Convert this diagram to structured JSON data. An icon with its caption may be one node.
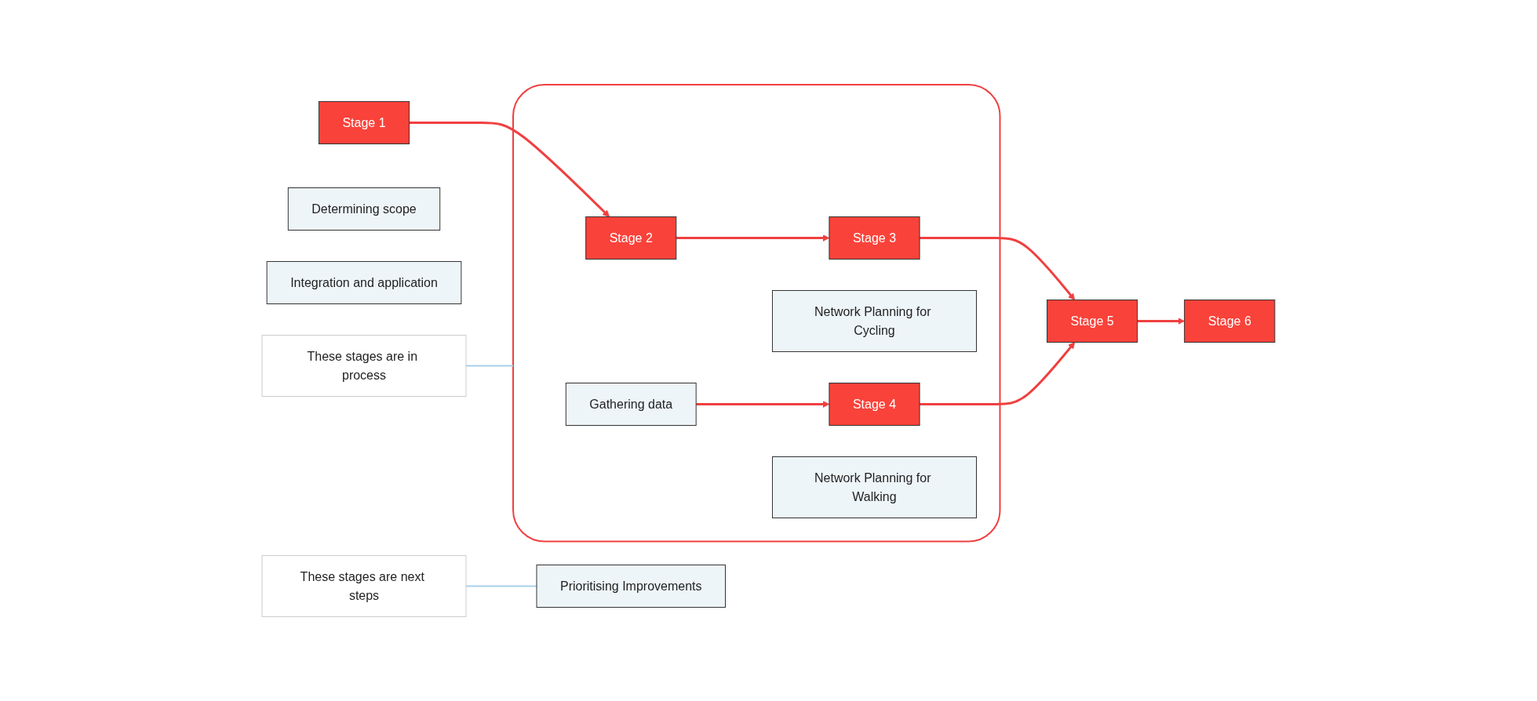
{
  "diagram": {
    "nodes": [
      {
        "text": [
          "Stage 1"
        ]
      },
      {
        "text": [
          "Determining scope"
        ]
      },
      {
        "text": [],
        "shape": "box"
      },
      {
        "text": [
          "Stage 2"
        ],
        "in": 2
      },
      {
        "text": [
          "Gathering data"
        ],
        "in": 2
      },
      {
        "text": [
          "Stage 3"
        ],
        "in": 2
      },
      {
        "text": [
          "Network Planning for Cycling"
        ],
        "in": 2
      },
      {
        "text": [
          "Stage 4"
        ],
        "in": 2
      },
      {
        "text": [
          "Network Planning for Walking"
        ],
        "in": 2
      },
      {
        "text": [
          "Stage 5"
        ]
      },
      {
        "text": [
          "Prioritising Improvements"
        ]
      },
      {
        "text": [
          "Stage 6"
        ]
      },
      {
        "text": [
          "Integration and application"
        ]
      },
      {
        "text": [
          "These stages are in process"
        ]
      },
      {
        "text": [
          "These stages are next steps"
        ]
      }
    ],
    "edges": [
      {
        "from": 0,
        "to": 3,
        "arrow": "to"
      },
      {
        "from": 3,
        "to": 5,
        "arrow": "to"
      },
      {
        "from": 4,
        "to": 7,
        "arrow": "to"
      },
      {
        "from": 5,
        "to": 9,
        "arrow": "to"
      },
      {
        "from": 7,
        "to": 9,
        "arrow": "to"
      },
      {
        "from": 9,
        "to": 11,
        "arrow": "to"
      },
      {
        "from": 13,
        "to": 2,
        "arrow": "none",
        "color": "#a8d0e8"
      },
      {
        "from": 14,
        "to": 10,
        "arrow": "none",
        "color": "#a8d0e8"
      }
    ]
  }
}
